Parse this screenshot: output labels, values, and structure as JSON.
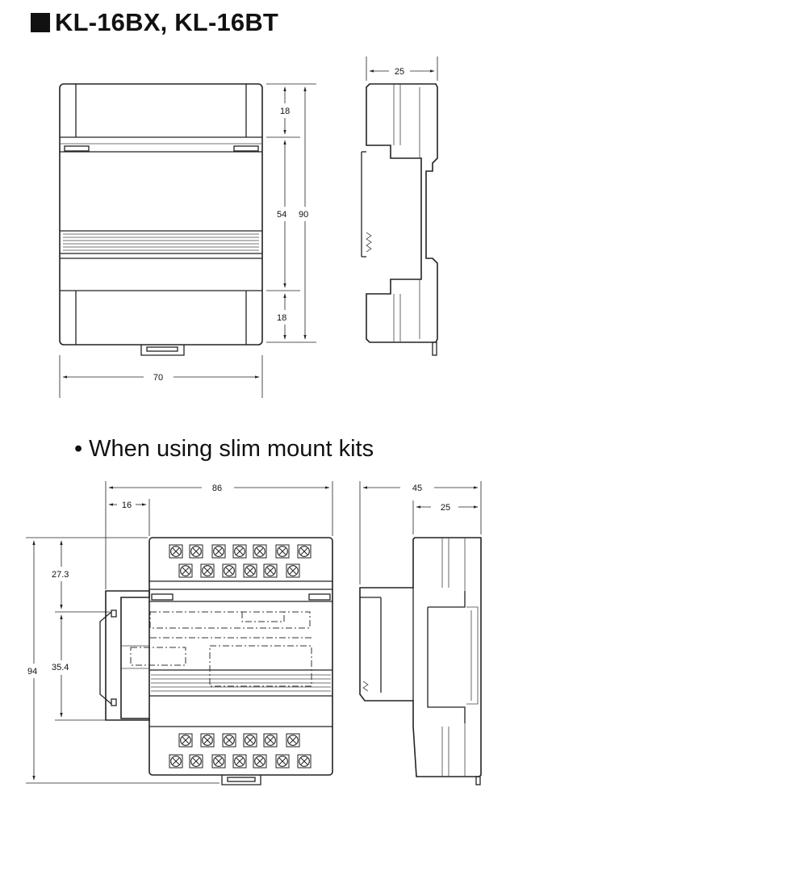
{
  "title": "KL-16BX, KL-16BT",
  "subheading": "When using slim mount kits",
  "bullet": "•",
  "dims_top": {
    "width": "70",
    "depth": "25",
    "height": "90",
    "upper": "18",
    "middle": "54",
    "lower": "18"
  },
  "dims_bottom": {
    "width": "86",
    "offset": "16",
    "depth_total": "45",
    "depth_body": "25",
    "height": "94",
    "upper": "27.3",
    "rail": "35.4"
  },
  "icons": [
    "title-square-icon",
    "bullet-icon",
    "terminal-screw-icon"
  ]
}
